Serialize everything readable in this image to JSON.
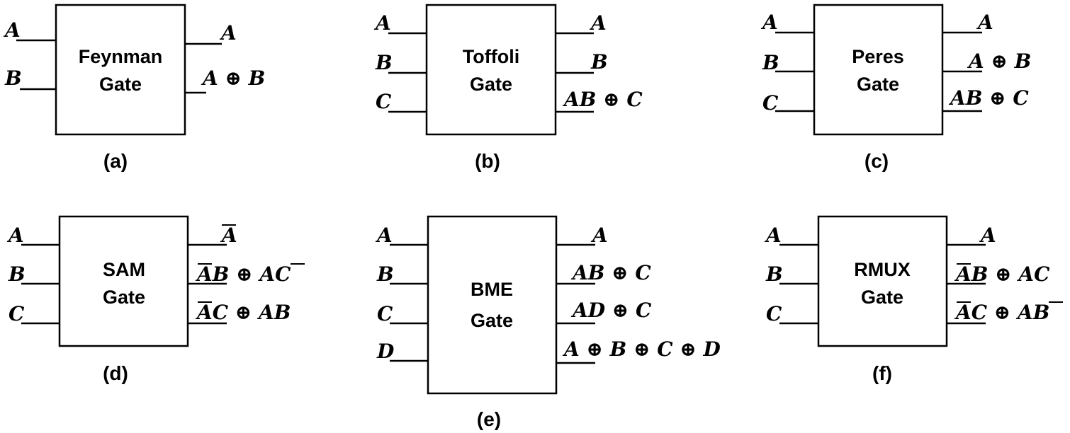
{
  "gates": {
    "a": {
      "name_line1": "Feynman",
      "name_line2": "Gate",
      "caption": "(a)",
      "inputs": [
        "A",
        "B"
      ],
      "outputs": [
        "A",
        "A ⊕ B"
      ]
    },
    "b": {
      "name_line1": "Toffoli",
      "name_line2": "Gate",
      "caption": "(b)",
      "inputs": [
        "A",
        "B",
        "C"
      ],
      "outputs": [
        "A",
        "B",
        "AB ⊕ C"
      ]
    },
    "c": {
      "name_line1": "Peres",
      "name_line2": "Gate",
      "caption": "(c)",
      "inputs": [
        "A",
        "B",
        "C"
      ],
      "outputs": [
        "A",
        "A ⊕ B",
        "AB ⊕ C"
      ]
    },
    "d": {
      "name_line1": "SAM",
      "name_line2": "Gate",
      "caption": "(d)",
      "inputs": [
        "A",
        "B",
        "C"
      ],
      "outputs": [
        "A",
        "AB ⊕ AC",
        "AC ⊕ AB"
      ]
    },
    "e": {
      "name_line1": "BME",
      "name_line2": "Gate",
      "caption": "(e)",
      "inputs": [
        "A",
        "B",
        "C",
        "D"
      ],
      "outputs": [
        "A",
        "AB ⊕ C",
        "AD ⊕ C",
        "A ⊕ B ⊕ C ⊕ D"
      ]
    },
    "f": {
      "name_line1": "RMUX",
      "name_line2": "Gate",
      "caption": "(f)",
      "inputs": [
        "A",
        "B",
        "C"
      ],
      "outputs": [
        "A",
        "AB ⊕ AC",
        "AC ⊕ AB"
      ]
    }
  }
}
